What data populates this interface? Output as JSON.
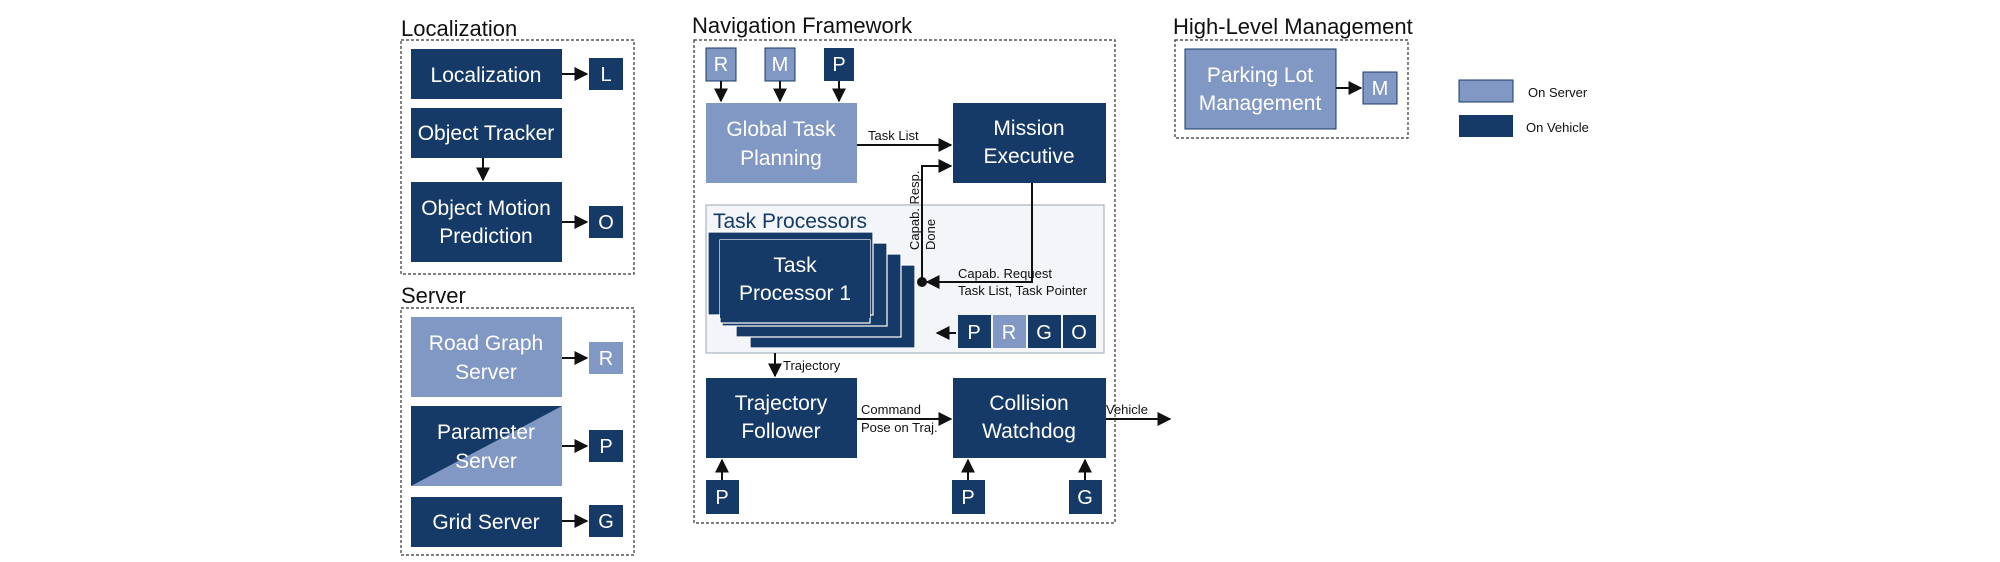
{
  "colors": {
    "server": "#8298c4",
    "vehicle": "#163a67",
    "task_panel": "#f3f5f8"
  },
  "legend": {
    "server": "On Server",
    "vehicle": "On Vehicle"
  },
  "localization": {
    "title": "Localization",
    "localization_box": "Localization",
    "object_tracker_box": "Object Tracker",
    "prediction_line1": "Object Motion",
    "prediction_line2": "Prediction",
    "out_l": "L",
    "out_o": "O"
  },
  "server": {
    "title": "Server",
    "road_graph_line1": "Road Graph",
    "road_graph_line2": "Server",
    "parameter_line1": "Parameter",
    "parameter_line2": "Server",
    "grid_server": "Grid Server",
    "out_r": "R",
    "out_p": "P",
    "out_g": "G"
  },
  "navigation": {
    "title": "Navigation Framework",
    "in_r": "R",
    "in_m": "M",
    "in_p": "P",
    "global_line1": "Global Task",
    "global_line2": "Planning",
    "mission_line1": "Mission",
    "mission_line2": "Executive",
    "task_list_label": "Task List",
    "capab_resp_label": "Capab. Resp.",
    "done_label": "Done",
    "task_processors_title": "Task Processors",
    "task_proc_line1": "Task",
    "task_proc_line2": "Processor 1",
    "capab_request_label": "Capab. Request",
    "task_pointer_label": "Task List, Task Pointer",
    "tp_in_p": "P",
    "tp_in_r": "R",
    "tp_in_g": "G",
    "tp_in_o": "O",
    "trajectory_label": "Trajectory",
    "follower_line1": "Trajectory",
    "follower_line2": "Follower",
    "command_label": "Command",
    "pose_label": "Pose on Traj.",
    "watchdog_line1": "Collision",
    "watchdog_line2": "Watchdog",
    "vehicle_label": "Vehicle",
    "follower_in_p": "P",
    "watchdog_in_p": "P",
    "watchdog_in_g": "G"
  },
  "high_level": {
    "title": "High-Level Management",
    "parking_line1": "Parking Lot",
    "parking_line2": "Management",
    "out_m": "M"
  }
}
